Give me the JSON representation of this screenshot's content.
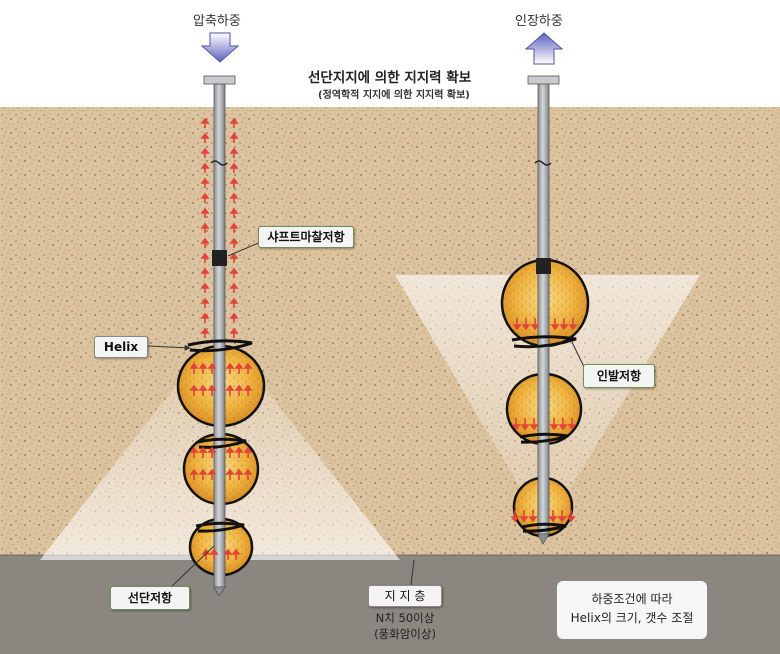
{
  "loads": {
    "compression": "압축하중",
    "tension": "인장하중"
  },
  "title": {
    "main": "선단지지에 의한 지지력 확보",
    "sub": "(정역학적 지지에 의한 지지력 확보)"
  },
  "callouts": {
    "shaft_friction": "샤프트마찰저항",
    "helix": "Helix",
    "end_bearing": "선단저항",
    "uplift": "인발저항"
  },
  "bearing_stratum": {
    "label": "지 지 층",
    "spec_line1": "N치 50이상",
    "spec_line2": "(풍화암이상)"
  },
  "note": {
    "line1": "하중조건에 따라",
    "line2": "Helix의 크기, 갯수 조절"
  },
  "colors": {
    "soil": "#dcc3a0",
    "bearing_layer": "#8c8681",
    "bulb_fill": "#f0b73c",
    "pile": "#a9acaf",
    "load_arrow": "#6e6fc2",
    "force_arrow": "#e2443a",
    "callout_border": "#6f8f55"
  }
}
